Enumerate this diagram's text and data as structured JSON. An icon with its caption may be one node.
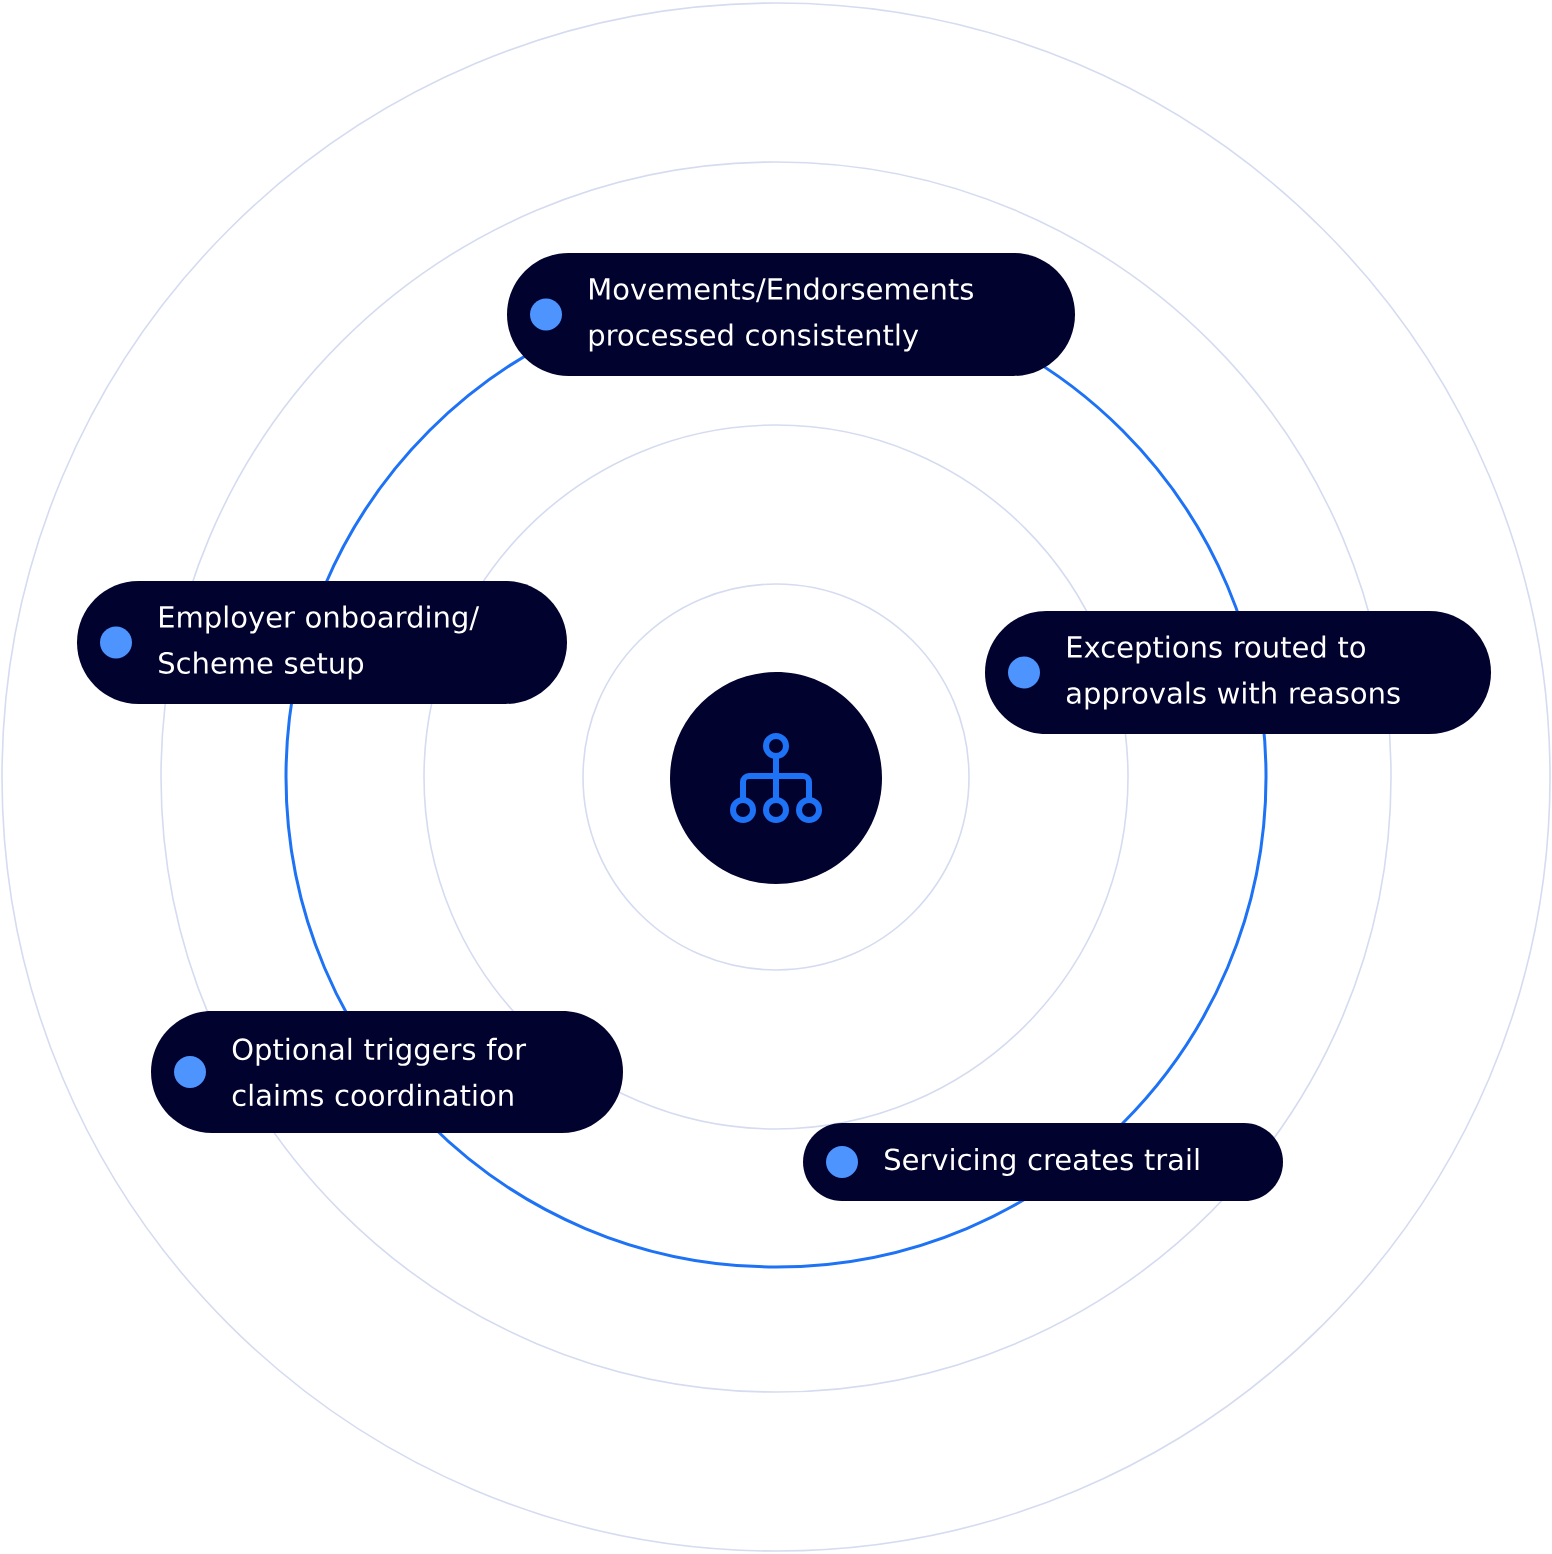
{
  "diagram": {
    "nodes": [
      {
        "text": [
          "Movements/Endorsements processed consistently"
        ]
      },
      {
        "text": [
          "Employer onboarding/ Scheme setup"
        ]
      },
      {
        "text": [
          "Exceptions routed to approvals with reasons"
        ]
      },
      {
        "text": [],
        "shape": "circle"
      },
      {
        "text": [
          "Optional triggers for claims coordination"
        ]
      },
      {
        "text": [
          "Servicing creates trail"
        ]
      }
    ]
  }
}
